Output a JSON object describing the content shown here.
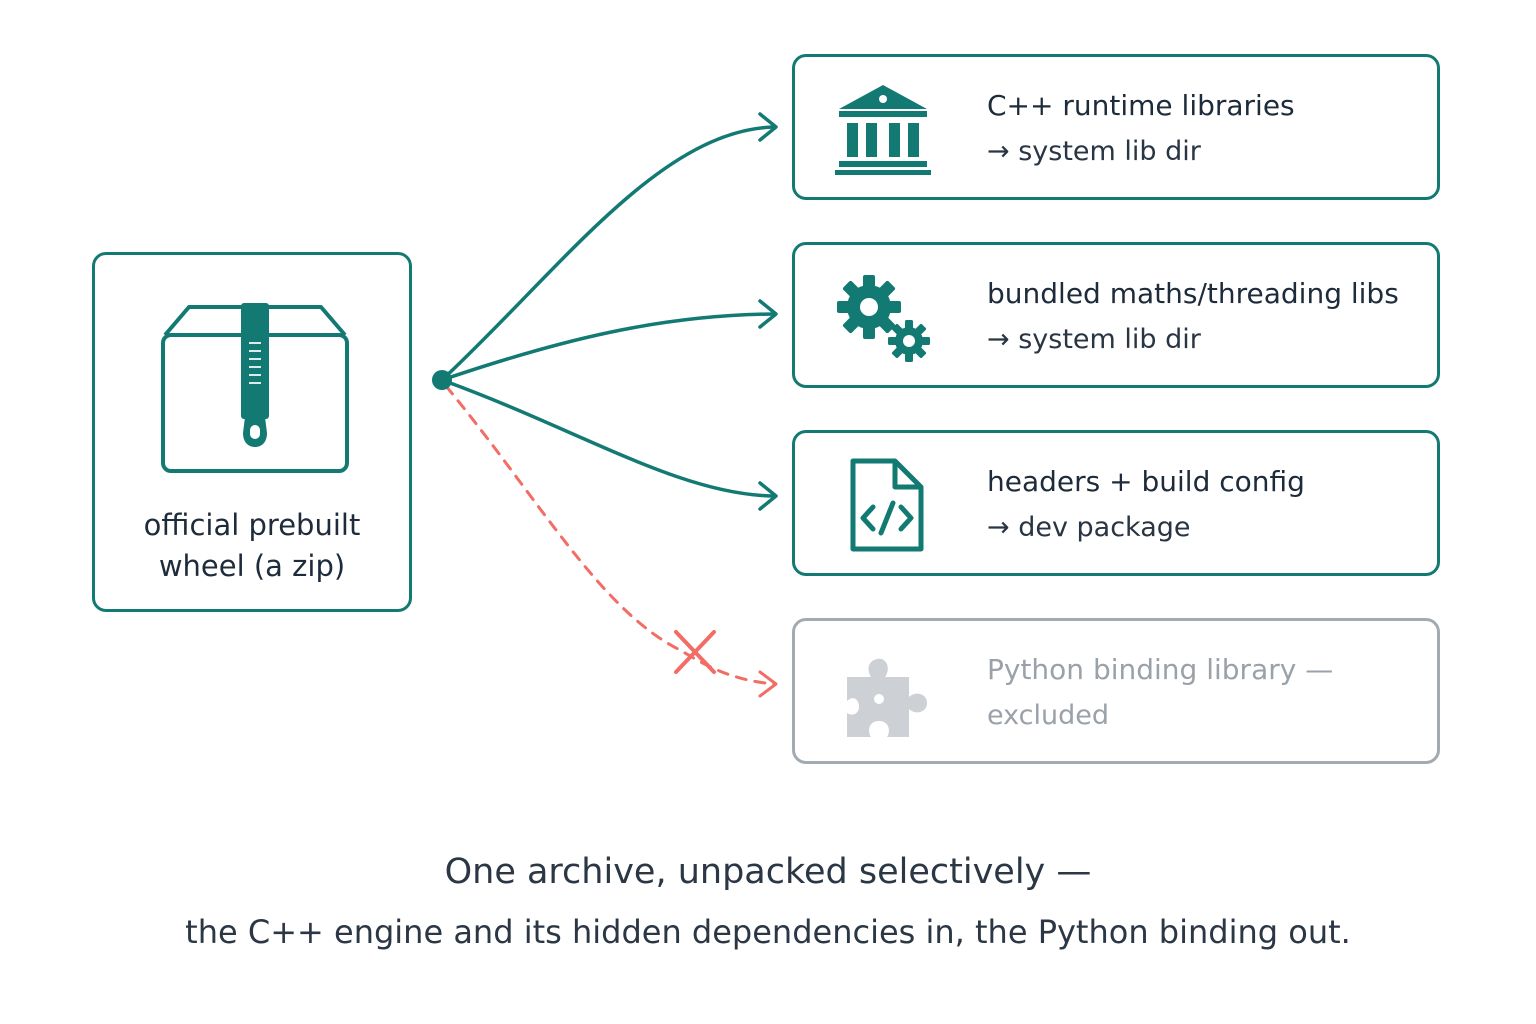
{
  "source": {
    "label_line1": "official prebuilt",
    "label_line2": "wheel (a zip)",
    "icon": "zip-archive-box-icon"
  },
  "destinations": [
    {
      "title": "C++ runtime libraries",
      "subtitle": "→  system lib dir",
      "icon": "institution-icon",
      "included": true
    },
    {
      "title": "bundled maths/threading libs",
      "subtitle": "→  system lib dir",
      "icon": "gears-icon",
      "included": true
    },
    {
      "title": "headers + build config",
      "subtitle": "→  dev package",
      "icon": "code-file-icon",
      "included": true
    },
    {
      "title": "Python binding library —",
      "subtitle": "excluded",
      "icon": "puzzle-piece-icon",
      "included": false
    }
  ],
  "caption": {
    "line1": "One archive, unpacked selectively —",
    "line2": "the C++ engine and its hidden dependencies in, the Python binding out."
  },
  "colors": {
    "accent": "#137a73",
    "excluded_gray": "#a4aab1",
    "excluded_text": "#9aa1a8",
    "reject_red": "#f26d66",
    "text_dark": "#1e2b3a"
  }
}
